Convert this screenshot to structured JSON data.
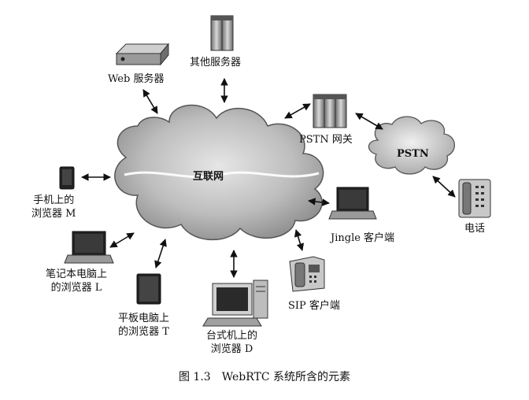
{
  "diagram": {
    "cloud_internet": "互联网",
    "cloud_pstn": "PSTN",
    "nodes": {
      "web_server": "Web 服务器",
      "other_servers": "其他服务器",
      "pstn_gateway": "PSTN 网关",
      "phone": "电话",
      "mobile_browser": [
        "手机上的",
        "浏览器 M"
      ],
      "laptop_browser": [
        "笔记本电脑上",
        "的浏览器 L"
      ],
      "tablet_browser": [
        "平板电脑上",
        "的浏览器 T"
      ],
      "desktop_browser": [
        "台式机上的",
        "浏览器 D"
      ],
      "jingle_client": "Jingle 客户端",
      "sip_client": "SIP 客户端"
    }
  },
  "caption": "图 1.3　WebRTC 系统所含的元素"
}
